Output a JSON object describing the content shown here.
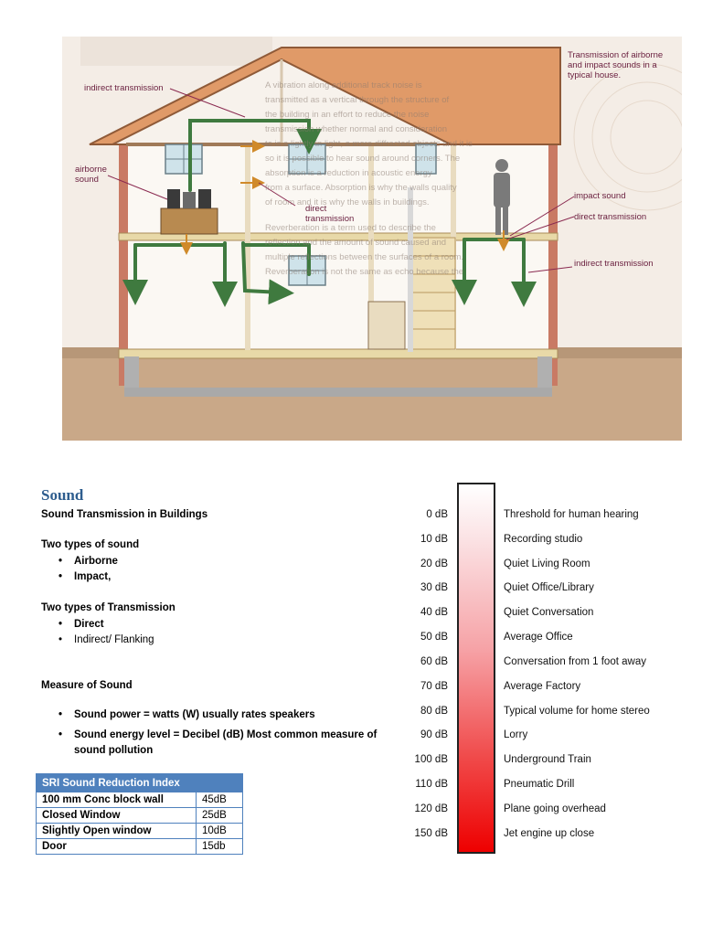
{
  "diagram": {
    "caption": "Transmission of airborne and impact sounds in a typical house.",
    "labels": {
      "indirect_left": "indirect transmission",
      "airborne": "airborne sound",
      "direct_middle": "direct transmission",
      "impact": "impact sound",
      "direct_right": "direct transmission",
      "indirect_right": "indirect transmission"
    },
    "background_text": [
      "A vibration along additional track noise is",
      "transmitted as a vertical through the structure of",
      "the building in an effort to reduce the noise",
      "transmission whether normal and consideration",
      "to is a lightly in light, a more diffracted objects and it is",
      "so it is possible to hear sound around corners. The",
      "absorption is a reduction in acoustic energy",
      "from a surface. Absorption is why the walls quality",
      "of room and it is why the walls in buildings.",
      "Reverberation is a term used to describe the",
      "reflection and the amount of sound caused and",
      "multiple reflections between the surfaces of a room.",
      "Reverberation is not the same as echo because the"
    ]
  },
  "document": {
    "heading": "Sound",
    "subheading": "Sound Transmission in Buildings",
    "types_title": "Two types of sound",
    "types": [
      "Airborne",
      "Impact,"
    ],
    "transmission_title": "Two types of Transmission",
    "transmission": [
      "Direct",
      "Indirect/ Flanking"
    ],
    "measure_title": "Measure of Sound",
    "measures": [
      "Sound power = watts (W) usually rates speakers",
      "Sound energy level = Decibel (dB) Most common measure of sound pollution"
    ]
  },
  "sri_table": {
    "header": "SRI Sound Reduction Index",
    "rows": [
      {
        "label": "100 mm Conc block wall",
        "value": "45dB"
      },
      {
        "label": "Closed Window",
        "value": "25dB"
      },
      {
        "label": "Slightly Open window",
        "value": "10dB"
      },
      {
        "label": "Door",
        "value": "15db"
      }
    ]
  },
  "db_scale": {
    "levels": [
      {
        "value": "0 dB",
        "label": "Threshold for human hearing"
      },
      {
        "value": "10 dB",
        "label": "Recording studio"
      },
      {
        "value": "20 dB",
        "label": "Quiet Living Room"
      },
      {
        "value": "30 dB",
        "label": "Quiet Office/Library"
      },
      {
        "value": "40 dB",
        "label": "Quiet Conversation"
      },
      {
        "value": "50 dB",
        "label": "Average Office"
      },
      {
        "value": "60 dB",
        "label": "Conversation from 1 foot away"
      },
      {
        "value": "70 dB",
        "label": "Average Factory"
      },
      {
        "value": "80 dB",
        "label": "Typical volume for home stereo"
      },
      {
        "value": "90 dB",
        "label": "Lorry"
      },
      {
        "value": "100 dB",
        "label": "Underground Train"
      },
      {
        "value": "110 dB",
        "label": "Pneumatic Drill"
      },
      {
        "value": "120 dB",
        "label": "Plane going overhead"
      },
      {
        "value": "150 dB",
        "label": "Jet engine up close"
      }
    ]
  },
  "colors": {
    "heading": "#2e5d8e",
    "table_header": "#4f81bd",
    "roof": "#e09a68",
    "arrow": "#3f7a3f",
    "label": "#6b2140",
    "scale_top": "#ffffff",
    "scale_bottom": "#ee0000"
  }
}
